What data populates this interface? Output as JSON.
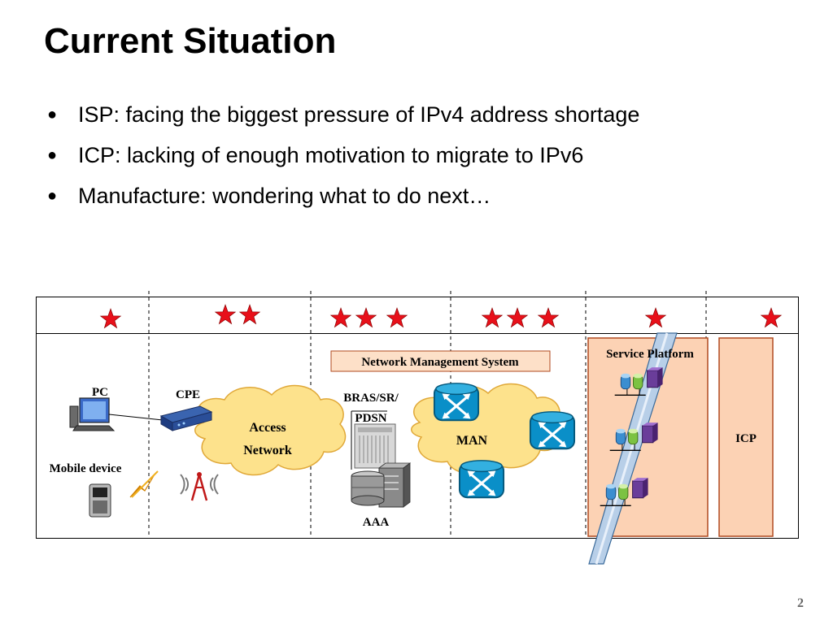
{
  "slide": {
    "title": "Current Situation",
    "bullets": [
      "ISP: facing the biggest pressure of IPv4 address shortage",
      "ICP: lacking of enough motivation to migrate to IPv6",
      "Manufacture: wondering what to do next…"
    ],
    "bullet_symbol": "●",
    "page_number": "2"
  },
  "diagram": {
    "labels": {
      "pc": "PC",
      "cpe": "CPE",
      "mobile": "Mobile device",
      "access_line1": "Access",
      "access_line2": "Network",
      "nms": "Network Management System",
      "bras_line1": "BRAS/SR/",
      "bras_line2": "PDSN",
      "man": "MAN",
      "aaa": "AAA",
      "service_platform": "Service Platform",
      "icp": "ICP"
    },
    "star_ratings": [
      1,
      2,
      3,
      3,
      1,
      1
    ],
    "colors": {
      "star": "#e8101a",
      "cloud": "#fde28c",
      "cloud_stroke": "#e0a838",
      "router": "#0a8fc8",
      "service_fill": "#fcd2b4",
      "service_stroke": "#b04a20",
      "nms_fill": "#fde0c8",
      "pipe": "#b8cfe8"
    }
  }
}
